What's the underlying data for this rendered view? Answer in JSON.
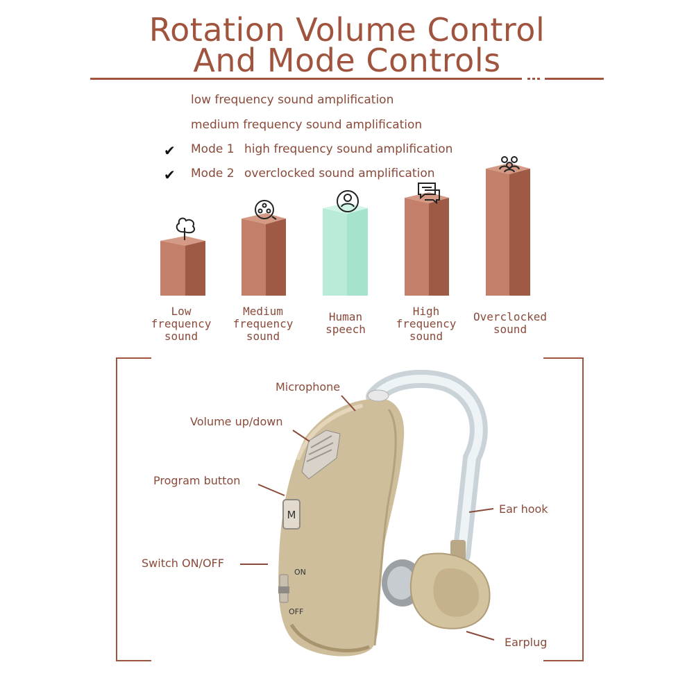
{
  "header": {
    "title_line1": "Rotation Volume Control",
    "title_line2": "And Mode Controls"
  },
  "features": {
    "rows": [
      {
        "mode": "",
        "text": "low frequency sound amplification",
        "checked": false
      },
      {
        "mode": "",
        "text": "medium frequency sound amplification",
        "checked": false
      },
      {
        "mode": "Mode 1",
        "text": "high frequency sound amplification",
        "checked": true
      },
      {
        "mode": "Mode 2",
        "text": "overclocked sound amplification",
        "checked": true
      }
    ],
    "check_glyph": "✔"
  },
  "bars": [
    {
      "label1": "Low",
      "label2": "frequency",
      "label3": "sound",
      "icon": "tree-icon",
      "color": "#c47f6b"
    },
    {
      "label1": "Medium",
      "label2": "frequency",
      "label3": "sound",
      "icon": "film-reel-icon",
      "color": "#c47f6b"
    },
    {
      "label1": "Human",
      "label2": "speech",
      "label3": "",
      "icon": "person-icon",
      "color": "#b8ecd8"
    },
    {
      "label1": "High",
      "label2": "frequency",
      "label3": "sound",
      "icon": "chat-bubbles-icon",
      "color": "#c47f6b"
    },
    {
      "label1": "Overclocked",
      "label2": "sound",
      "label3": "",
      "icon": "group-icon",
      "color": "#c47f6b"
    }
  ],
  "device": {
    "callouts": {
      "microphone": "Microphone",
      "volume": "Volume up/down",
      "program": "Program button",
      "switch": "Switch ON/OFF",
      "ear_hook": "Ear hook",
      "earplug": "Earplug"
    },
    "switch_on": "ON",
    "switch_off": "OFF",
    "button_letter": "M"
  }
}
